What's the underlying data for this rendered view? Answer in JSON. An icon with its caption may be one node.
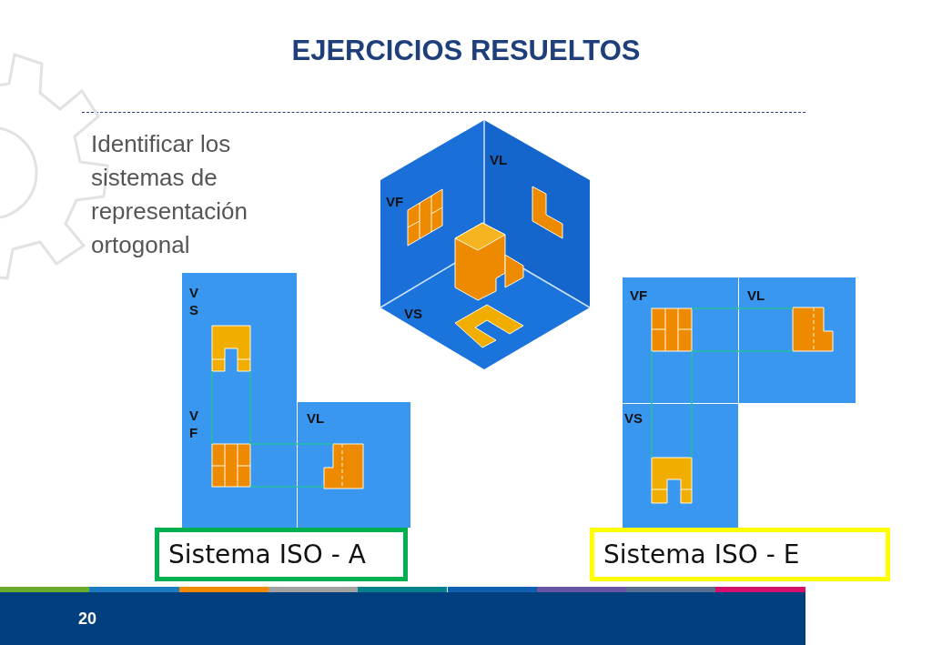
{
  "diagram": {
    "title": "EJERCICIOS RESUELTOS",
    "nodes": [
      {
        "text": [
          "V S"
        ]
      },
      {
        "text": [
          "V F"
        ]
      },
      {
        "text": [
          "VL"
        ]
      },
      {
        "text": [
          "Sistema ISO - A"
        ]
      },
      {
        "text": [
          "VF"
        ]
      },
      {
        "text": [
          "VL"
        ]
      },
      {
        "text": [
          "VS"
        ]
      },
      {
        "text": [
          "Sistema ISO - E"
        ]
      }
    ],
    "labels": [
      "Identificar los sistemas de representación ortogonal",
      "VL",
      "VF",
      "VS",
      "20"
    ]
  }
}
